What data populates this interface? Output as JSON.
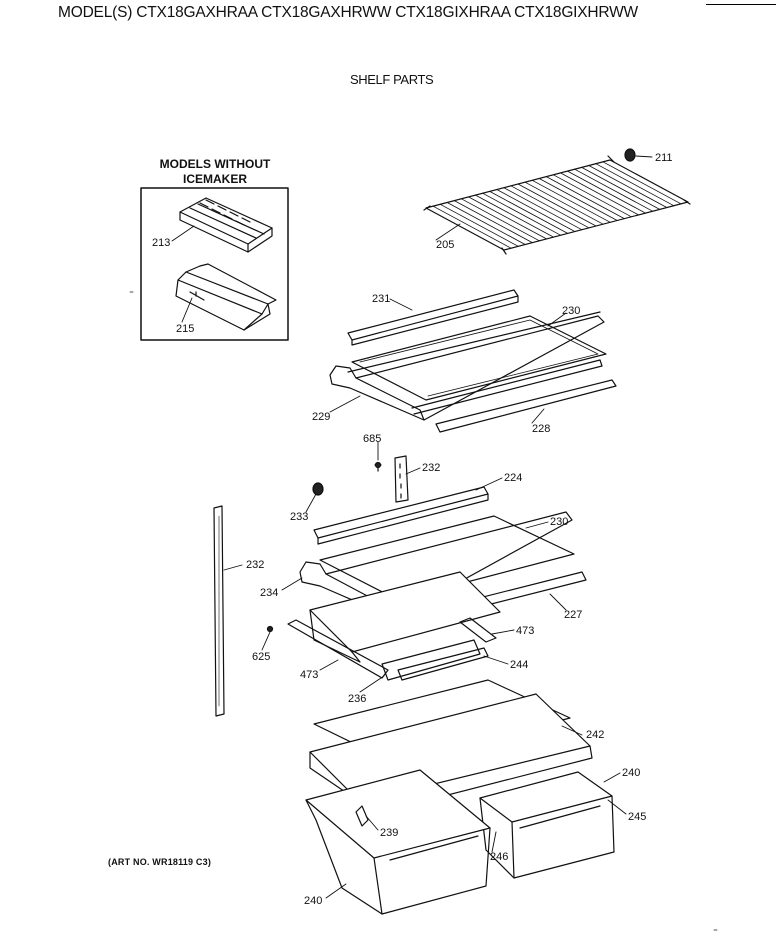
{
  "header": {
    "models_label": "MODEL(S) CTX18GAXHRAA  CTX18GAXHRWW  CTX18GIXHRAA  CTX18GIXHRWW",
    "section_title": "SHELF PARTS"
  },
  "inset": {
    "title_line1": "MODELS WITHOUT",
    "title_line2": "ICEMAKER"
  },
  "footer": {
    "art_number": "(ART NO. WR18119 C3)"
  },
  "callouts": {
    "p211": "211",
    "p205": "205",
    "p213": "213",
    "p215": "215",
    "p231": "231",
    "p230a": "230",
    "p229": "229",
    "p228": "228",
    "p685": "685",
    "p232a": "232",
    "p224": "224",
    "p233": "233",
    "p232b": "232",
    "p230b": "230",
    "p234": "234",
    "p227": "227",
    "p473a": "473",
    "p625": "625",
    "p473b": "473",
    "p244": "244",
    "p236": "236",
    "p242": "242",
    "p240a": "240",
    "p245": "245",
    "p239": "239",
    "p246": "246",
    "p240b": "240"
  }
}
